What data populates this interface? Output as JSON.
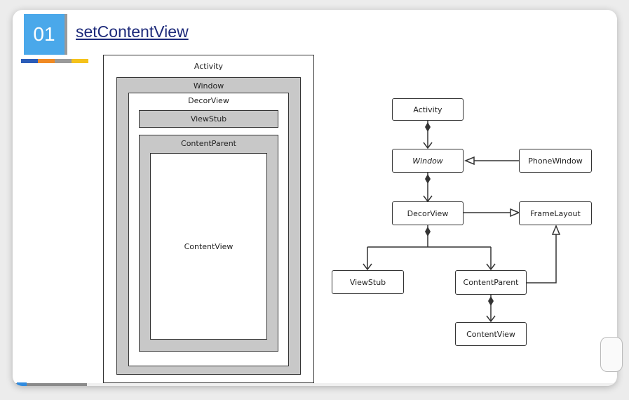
{
  "header": {
    "number": "01",
    "title": "setContentView",
    "accent_colors": [
      "#2b5cb8",
      "#f08a24",
      "#9a9a9a",
      "#f5c21b"
    ]
  },
  "nested_layout": {
    "activity": "Activity",
    "window": "Window",
    "decor_view": "DecorView",
    "view_stub": "ViewStub",
    "content_parent": "ContentParent",
    "content_view": "ContentView"
  },
  "class_diagram": {
    "activity": "Activity",
    "window": "Window",
    "phone_window": "PhoneWindow",
    "decor_view": "DecorView",
    "frame_layout": "FrameLayout",
    "view_stub": "ViewStub",
    "content_parent": "ContentParent",
    "content_view": "ContentView"
  }
}
